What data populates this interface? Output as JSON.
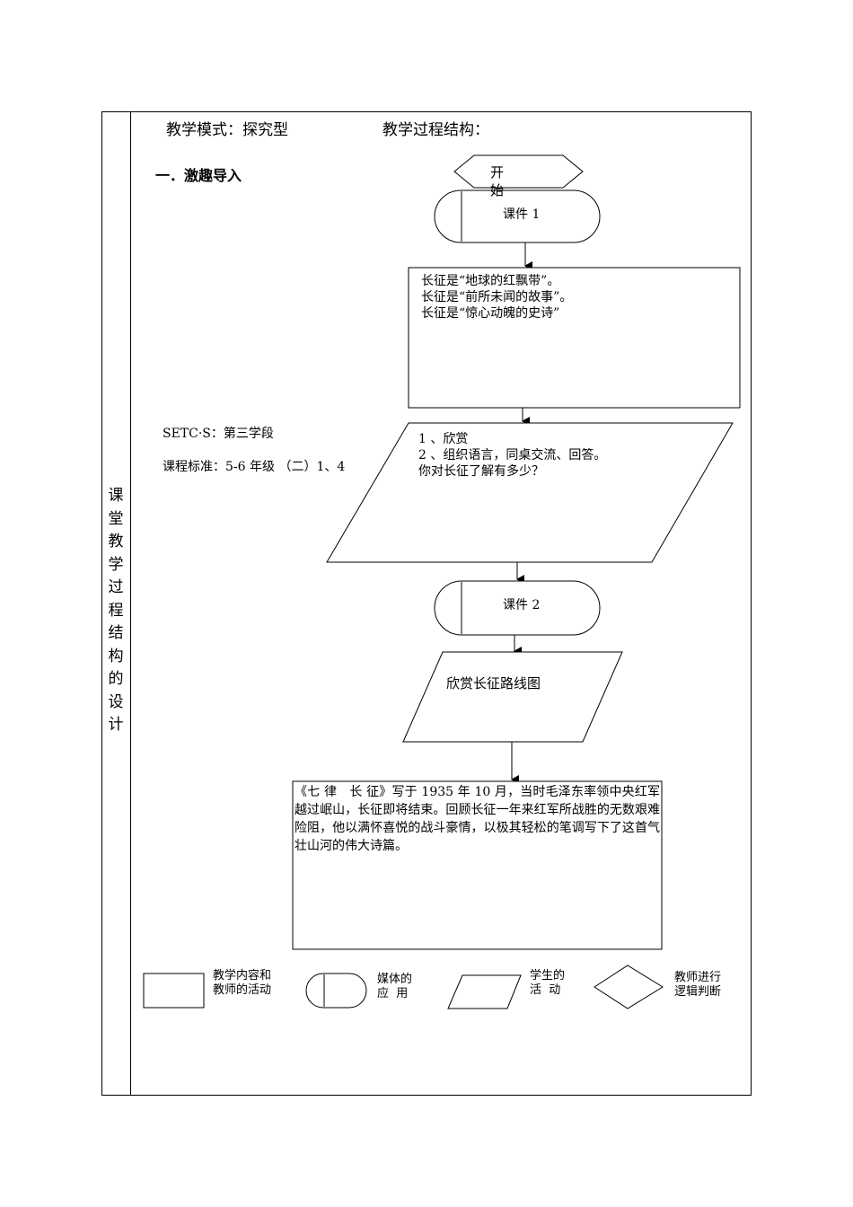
{
  "header": {
    "mode": "教学模式：探究型",
    "structure": "教学过程结构："
  },
  "sidebar_label": [
    "课",
    "堂",
    "教",
    "学",
    "过",
    "程",
    "结",
    "构",
    "的",
    "设",
    "计"
  ],
  "section_title": "一．激趣导入",
  "flow": {
    "start": [
      "开",
      "始"
    ],
    "media1": "课件 1",
    "box1_lines": [
      "长征是“地球的红飘带”。",
      "长征是“前所未闻的故事”。",
      "长征是“惊心动魄的史诗”"
    ],
    "para1_lines": [
      "1 、欣赏",
      "2 、组织语言，同桌交流、回答。",
      "你对长征了解有多少？"
    ],
    "media2": "课件 2",
    "para2": "欣赏长征路线图",
    "poem": "《七 律　长 征》写于 1935 年 10 月，当时毛泽东率领中央红军越过岷山，长征即将结束。回顾长征一年来红军所战胜的无数艰难险阻，他以满怀喜悦的战斗豪情，以极其轻松的笔调写下了这首气壮山河的伟大诗篇。"
  },
  "notes": {
    "setcs": "SETC·S：第三学段",
    "standard": "课程标准：5-6 年级 （二）1、4"
  },
  "legend": [
    {
      "label_lines": [
        "教学内容和",
        "教师的活动"
      ]
    },
    {
      "label_lines": [
        "媒体的",
        "应  用"
      ]
    },
    {
      "label_lines": [
        "学生的",
        "活  动"
      ]
    },
    {
      "label_lines": [
        "教师进行",
        "逻辑判断"
      ]
    }
  ]
}
